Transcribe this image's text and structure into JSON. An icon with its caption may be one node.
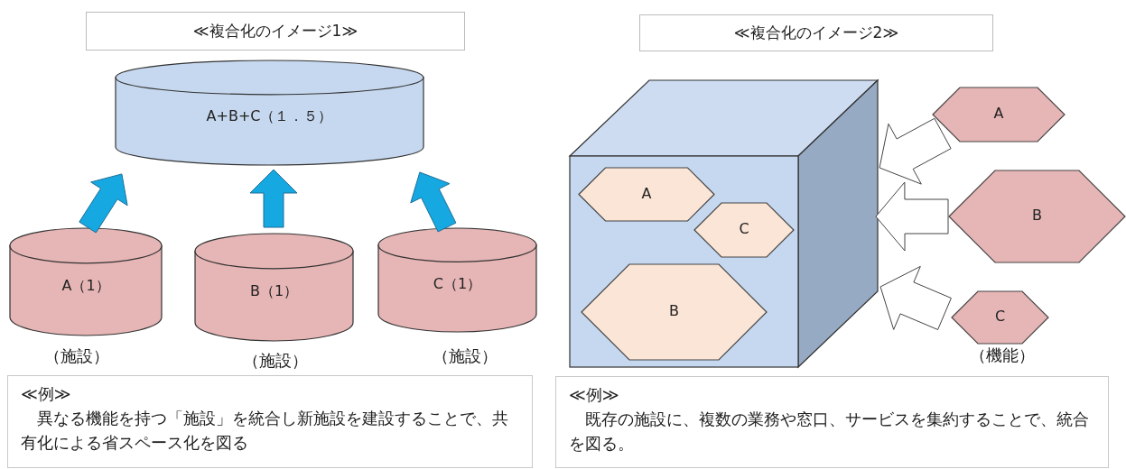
{
  "diagram": {
    "nodes": [
      {
        "text": [
          "≪複合化のイメージ1≫"
        ]
      },
      {
        "text": [
          "A+B+C（１．５）"
        ]
      },
      {
        "text": [
          "A（1）"
        ],
        "beside": [
          "（施設）"
        ]
      },
      {
        "text": [
          "B（1）"
        ],
        "beside": [
          "（施設）"
        ]
      },
      {
        "text": [
          "C（1）"
        ],
        "beside": [
          "（施設）"
        ]
      },
      {
        "text": [
          "≪例≫",
          "異なる機能を持つ「施設」を統合し新施設を建設することで、共有化による省スペース化を図る"
        ]
      },
      {
        "text": [
          "≪複合化のイメージ2≫"
        ]
      },
      {
        "text": [],
        "shape": "cube"
      },
      {
        "text": [
          "A"
        ],
        "in": 7
      },
      {
        "text": [
          "C"
        ],
        "in": 7
      },
      {
        "text": [
          "B"
        ],
        "in": 7
      },
      {
        "text": [
          "A"
        ]
      },
      {
        "text": [
          "B"
        ]
      },
      {
        "text": [
          "C"
        ],
        "beside": [
          "（機能）"
        ]
      },
      {
        "text": [
          "≪例≫",
          "既存の施設に、複数の業務や窓口、サービスを集約することで、統合を図る。"
        ]
      }
    ],
    "edges": [
      {
        "from": 2,
        "to": 1,
        "arrow": "to",
        "color": "#16a8e0"
      },
      {
        "from": 3,
        "to": 1,
        "arrow": "to",
        "color": "#16a8e0"
      },
      {
        "from": 4,
        "to": 1,
        "arrow": "to",
        "color": "#16a8e0"
      },
      {
        "from": 11,
        "to": 7,
        "arrow": "to",
        "color": "#ffffff"
      },
      {
        "from": 12,
        "to": 7,
        "arrow": "to",
        "color": "#ffffff"
      },
      {
        "from": 13,
        "to": 7,
        "arrow": "to",
        "color": "#ffffff"
      }
    ]
  }
}
